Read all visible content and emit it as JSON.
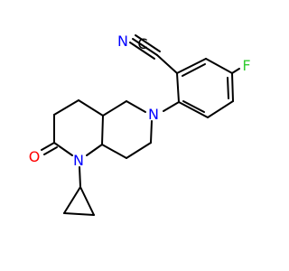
{
  "molecule": {
    "atoms": {
      "nitrile_c": {
        "symbol": "C",
        "color": "#000000"
      },
      "nitrile_n": {
        "symbol": "N",
        "color": "#0000FF"
      },
      "fluorine": {
        "symbol": "F",
        "color": "#33CC33"
      },
      "ring_n": {
        "symbol": "N",
        "color": "#0000FF"
      },
      "amide_n": {
        "symbol": "N",
        "color": "#0000FF"
      },
      "carbonyl_o": {
        "symbol": "O",
        "color": "#FF0000"
      }
    },
    "bond_color": "#000000",
    "background": "#ffffff"
  }
}
